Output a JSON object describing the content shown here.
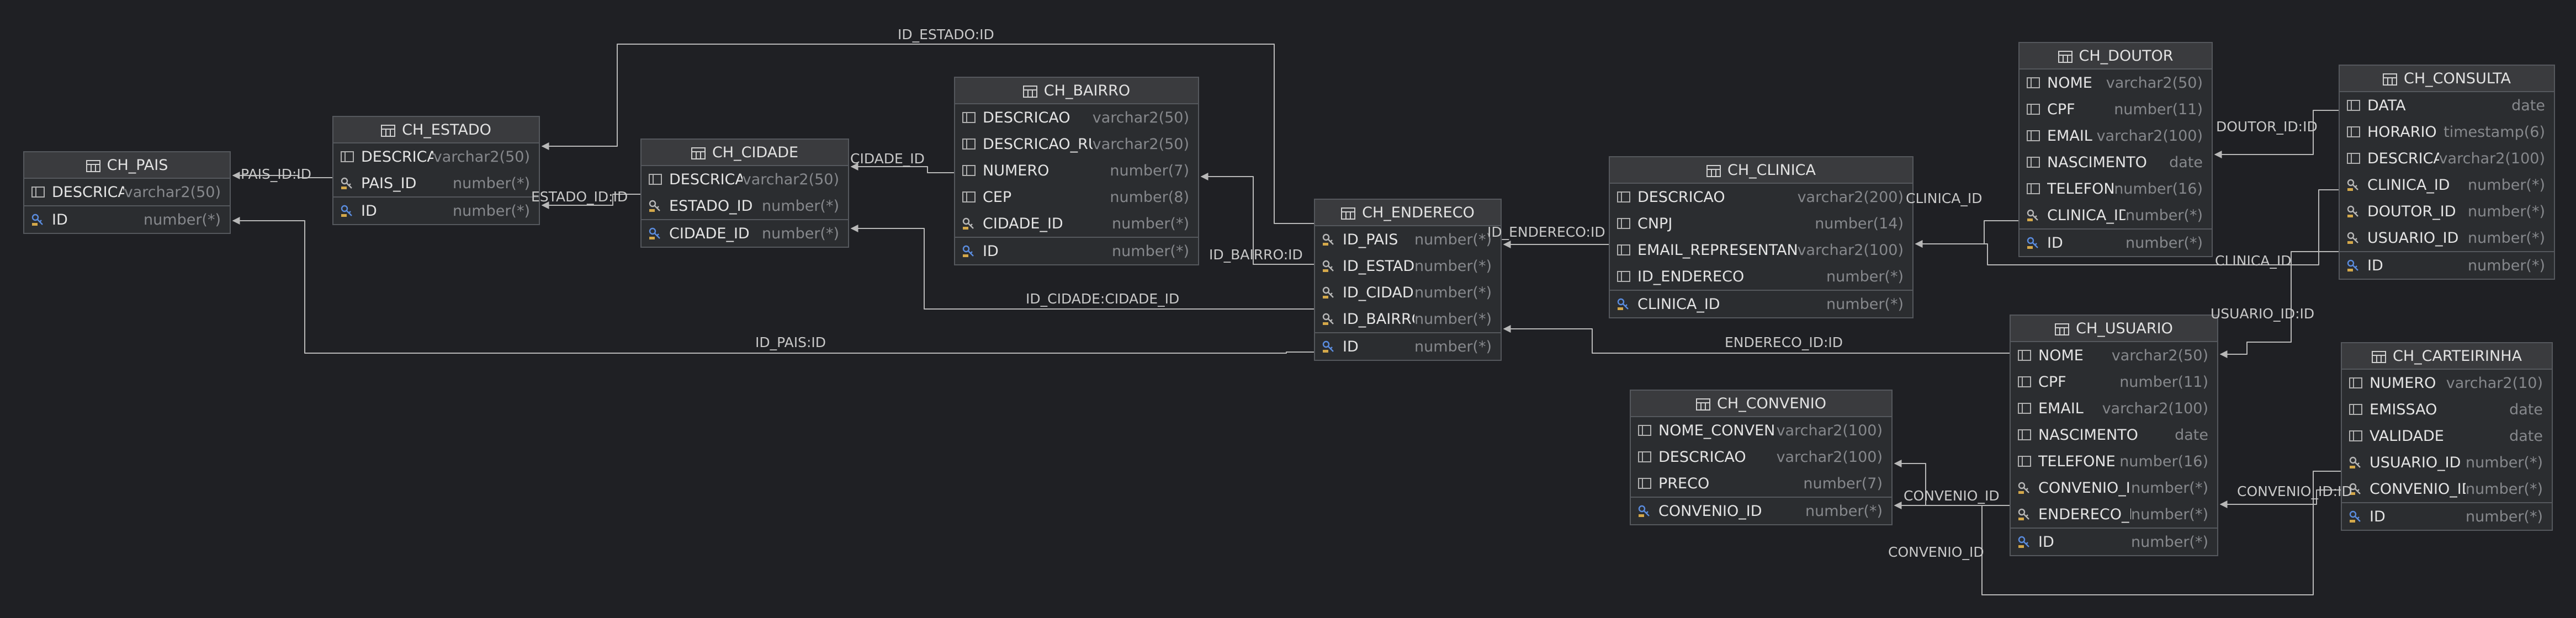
{
  "entities": [
    {
      "key": "pais",
      "title": "CH_PAIS",
      "columns": [
        {
          "name": "DESCRICAO",
          "type": "varchar2(50)",
          "kind": "col"
        },
        {
          "name": "ID",
          "type": "number(*)",
          "kind": "pk"
        }
      ]
    },
    {
      "key": "estado",
      "title": "CH_ESTADO",
      "columns": [
        {
          "name": "DESCRICAO",
          "type": "varchar2(50)",
          "kind": "col"
        },
        {
          "name": "PAIS_ID",
          "type": "number(*)",
          "kind": "fk"
        },
        {
          "name": "ID",
          "type": "number(*)",
          "kind": "pk"
        }
      ]
    },
    {
      "key": "cidade",
      "title": "CH_CIDADE",
      "columns": [
        {
          "name": "DESCRICAO",
          "type": "varchar2(50)",
          "kind": "col"
        },
        {
          "name": "ESTADO_ID",
          "type": "number(*)",
          "kind": "fk"
        },
        {
          "name": "CIDADE_ID",
          "type": "number(*)",
          "kind": "pk"
        }
      ]
    },
    {
      "key": "bairro",
      "title": "CH_BAIRRO",
      "columns": [
        {
          "name": "DESCRICAO",
          "type": "varchar2(50)",
          "kind": "col"
        },
        {
          "name": "DESCRICAO_RUA",
          "type": "varchar2(50)",
          "kind": "col"
        },
        {
          "name": "NUMERO",
          "type": "number(7)",
          "kind": "col"
        },
        {
          "name": "CEP",
          "type": "number(8)",
          "kind": "col"
        },
        {
          "name": "CIDADE_ID",
          "type": "number(*)",
          "kind": "fk"
        },
        {
          "name": "ID",
          "type": "number(*)",
          "kind": "pk"
        }
      ]
    },
    {
      "key": "endereco",
      "title": "CH_ENDERECO",
      "columns": [
        {
          "name": "ID_PAIS",
          "type": "number(*)",
          "kind": "fk"
        },
        {
          "name": "ID_ESTADO",
          "type": "number(*)",
          "kind": "fk"
        },
        {
          "name": "ID_CIDADE",
          "type": "number(*)",
          "kind": "fk"
        },
        {
          "name": "ID_BAIRRO",
          "type": "number(*)",
          "kind": "fk"
        },
        {
          "name": "ID",
          "type": "number(*)",
          "kind": "pk"
        }
      ]
    },
    {
      "key": "clinica",
      "title": "CH_CLINICA",
      "columns": [
        {
          "name": "DESCRICAO",
          "type": "varchar2(200)",
          "kind": "col"
        },
        {
          "name": "CNPJ",
          "type": "number(14)",
          "kind": "col"
        },
        {
          "name": "EMAIL_REPRESENTANTE",
          "type": "varchar2(100)",
          "kind": "col"
        },
        {
          "name": "ID_ENDERECO",
          "type": "number(*)",
          "kind": "col"
        },
        {
          "name": "CLINICA_ID",
          "type": "number(*)",
          "kind": "pk"
        }
      ]
    },
    {
      "key": "convenio",
      "title": "CH_CONVENIO",
      "columns": [
        {
          "name": "NOME_CONVENIO",
          "type": "varchar2(100)",
          "kind": "col"
        },
        {
          "name": "DESCRICAO",
          "type": "varchar2(100)",
          "kind": "col"
        },
        {
          "name": "PRECO",
          "type": "number(7)",
          "kind": "col"
        },
        {
          "name": "CONVENIO_ID",
          "type": "number(*)",
          "kind": "pk"
        }
      ]
    },
    {
      "key": "doutor",
      "title": "CH_DOUTOR",
      "columns": [
        {
          "name": "NOME",
          "type": "varchar2(50)",
          "kind": "col"
        },
        {
          "name": "CPF",
          "type": "number(11)",
          "kind": "col"
        },
        {
          "name": "EMAIL",
          "type": "varchar2(100)",
          "kind": "col"
        },
        {
          "name": "NASCIMENTO",
          "type": "date",
          "kind": "col"
        },
        {
          "name": "TELEFONE",
          "type": "number(16)",
          "kind": "col"
        },
        {
          "name": "CLINICA_ID",
          "type": "number(*)",
          "kind": "fk"
        },
        {
          "name": "ID",
          "type": "number(*)",
          "kind": "pk"
        }
      ]
    },
    {
      "key": "usuario",
      "title": "CH_USUARIO",
      "columns": [
        {
          "name": "NOME",
          "type": "varchar2(50)",
          "kind": "col"
        },
        {
          "name": "CPF",
          "type": "number(11)",
          "kind": "col"
        },
        {
          "name": "EMAIL",
          "type": "varchar2(100)",
          "kind": "col"
        },
        {
          "name": "NASCIMENTO",
          "type": "date",
          "kind": "col"
        },
        {
          "name": "TELEFONE",
          "type": "number(16)",
          "kind": "col"
        },
        {
          "name": "CONVENIO_ID",
          "type": "number(*)",
          "kind": "fk"
        },
        {
          "name": "ENDERECO_ID",
          "type": "number(*)",
          "kind": "fk"
        },
        {
          "name": "ID",
          "type": "number(*)",
          "kind": "pk"
        }
      ]
    },
    {
      "key": "consulta",
      "title": "CH_CONSULTA",
      "columns": [
        {
          "name": "DATA",
          "type": "date",
          "kind": "col"
        },
        {
          "name": "HORARIO",
          "type": "timestamp(6)",
          "kind": "col"
        },
        {
          "name": "DESCRICAO",
          "type": "varchar2(100)",
          "kind": "col"
        },
        {
          "name": "CLINICA_ID",
          "type": "number(*)",
          "kind": "fk"
        },
        {
          "name": "DOUTOR_ID",
          "type": "number(*)",
          "kind": "fk"
        },
        {
          "name": "USUARIO_ID",
          "type": "number(*)",
          "kind": "fk"
        },
        {
          "name": "ID",
          "type": "number(*)",
          "kind": "pk"
        }
      ]
    },
    {
      "key": "carteirinha",
      "title": "CH_CARTEIRINHA",
      "columns": [
        {
          "name": "NUMERO",
          "type": "varchar2(10)",
          "kind": "col"
        },
        {
          "name": "EMISSAO",
          "type": "date",
          "kind": "col"
        },
        {
          "name": "VALIDADE",
          "type": "date",
          "kind": "col"
        },
        {
          "name": "USUARIO_ID",
          "type": "number(*)",
          "kind": "fk"
        },
        {
          "name": "CONVENIO_ID",
          "type": "number(*)",
          "kind": "fk"
        },
        {
          "name": "ID",
          "type": "number(*)",
          "kind": "pk"
        }
      ]
    }
  ],
  "relationships": [
    {
      "label": "ID_ESTADO:ID"
    },
    {
      "label": "PAIS_ID:ID"
    },
    {
      "label": "ESTADO_ID:ID"
    },
    {
      "label": "CIDADE_ID"
    },
    {
      "label": "ID_BAIRRO:ID"
    },
    {
      "label": "ID_CIDADE:CIDADE_ID"
    },
    {
      "label": "ID_PAIS:ID"
    },
    {
      "label": "ID_ENDERECO:ID"
    },
    {
      "label": "CLINICA_ID"
    },
    {
      "label": "CLINICA_ID"
    },
    {
      "label": "DOUTOR_ID:ID"
    },
    {
      "label": "USUARIO_ID:ID"
    },
    {
      "label": "ENDERECO_ID:ID"
    },
    {
      "label": "CONVENIO_ID"
    },
    {
      "label": "CONVENIO_ID"
    },
    {
      "label": "CONVENIO_ID:ID"
    }
  ],
  "colors": {
    "background": "#1f2024",
    "entity_body": "#2b2d30",
    "entity_header": "#3a3b3e",
    "border": "#55585d",
    "line": "#b8b8b8",
    "pk_icon": "#5b8de0",
    "fk_icon": "#b8b8b8"
  },
  "icons": {
    "table": "table-icon",
    "column": "column-icon",
    "primary_key": "primary-key-icon",
    "foreign_key": "foreign-key-icon"
  }
}
